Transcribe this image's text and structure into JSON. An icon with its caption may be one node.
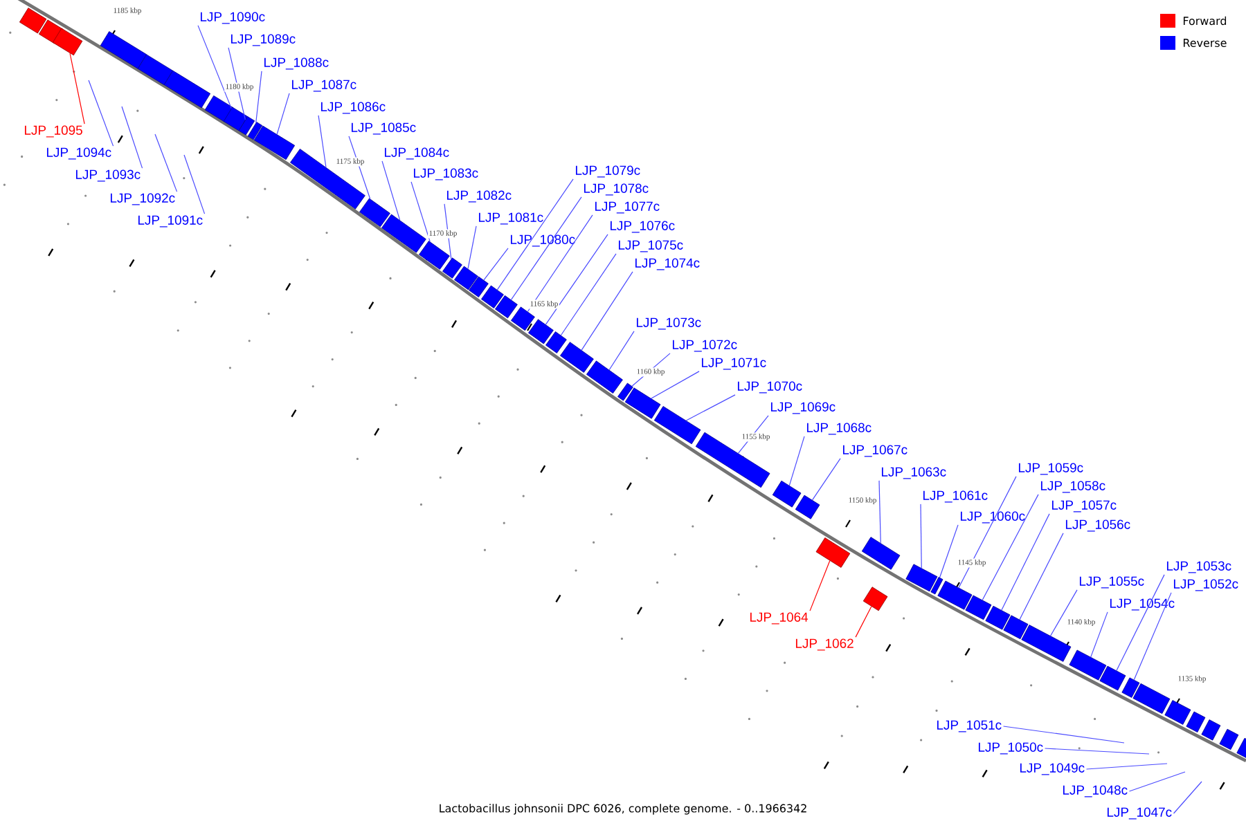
{
  "diagram": {
    "caption": "Lactobacillus johnsonii DPC 6026, complete genome. - 0..1966342",
    "nodes": [
      {
        "text": [],
        "shape": "box"
      },
      {
        "text": [],
        "shape": "box"
      },
      {
        "text": [],
        "shape": "box"
      },
      {
        "text": [],
        "shape": "box"
      },
      {
        "text": [],
        "shape": "box"
      },
      {
        "text": [],
        "shape": "box"
      },
      {
        "text": [],
        "shape": "box"
      },
      {
        "text": [],
        "shape": "box"
      },
      {
        "text": [],
        "shape": "box"
      },
      {
        "text": [],
        "shape": "box"
      },
      {
        "text": [],
        "shape": "box"
      },
      {
        "text": [],
        "shape": "box"
      },
      {
        "text": [],
        "shape": "box"
      },
      {
        "text": [],
        "shape": "box"
      },
      {
        "text": [],
        "shape": "box"
      },
      {
        "text": [],
        "shape": "box"
      },
      {
        "text": [],
        "shape": "box"
      },
      {
        "text": [],
        "shape": "box"
      },
      {
        "text": [],
        "shape": "box"
      },
      {
        "text": [],
        "shape": "box"
      },
      {
        "text": [],
        "shape": "box"
      },
      {
        "text": [],
        "shape": "box"
      },
      {
        "text": [],
        "shape": "box"
      },
      {
        "text": [],
        "shape": "box"
      },
      {
        "text": [],
        "shape": "box"
      },
      {
        "text": [],
        "shape": "box"
      },
      {
        "text": [],
        "shape": "box"
      },
      {
        "text": [],
        "shape": "box"
      },
      {
        "text": [],
        "shape": "box"
      },
      {
        "text": [],
        "shape": "box"
      },
      {
        "text": [],
        "shape": "box"
      },
      {
        "text": [],
        "shape": "box"
      },
      {
        "text": [],
        "shape": "box"
      },
      {
        "text": [],
        "shape": "box"
      },
      {
        "text": [],
        "shape": "box"
      },
      {
        "text": [],
        "shape": "box"
      },
      {
        "text": [],
        "shape": "box"
      },
      {
        "text": [],
        "shape": "box"
      },
      {
        "text": [],
        "shape": "box"
      },
      {
        "text": [],
        "shape": "box"
      },
      {
        "text": [],
        "shape": "box"
      },
      {
        "text": [],
        "shape": "box"
      },
      {
        "text": [],
        "shape": "box"
      },
      {
        "text": [],
        "shape": "box"
      },
      {
        "text": [],
        "shape": "box"
      },
      {
        "text": [],
        "shape": "box"
      },
      {
        "text": [],
        "shape": "box"
      },
      {
        "text": [],
        "shape": "box"
      },
      {
        "text": [],
        "shape": "box"
      },
      {
        "text": [],
        "shape": "box"
      },
      {
        "text": [
          "LJP_1095"
        ]
      },
      {
        "text": [
          "LJP_1094c"
        ]
      },
      {
        "text": [
          "LJP_1093c"
        ]
      },
      {
        "text": [
          "LJP_1092c"
        ]
      },
      {
        "text": [
          "LJP_1091c"
        ]
      },
      {
        "text": [
          "LJP_1090c"
        ]
      },
      {
        "text": [
          "LJP_1089c"
        ]
      },
      {
        "text": [
          "LJP_1088c"
        ]
      },
      {
        "text": [
          "LJP_1087c"
        ]
      },
      {
        "text": [
          "LJP_1086c"
        ]
      },
      {
        "text": [
          "LJP_1085c"
        ]
      },
      {
        "text": [
          "LJP_1084c"
        ]
      },
      {
        "text": [
          "LJP_1083c"
        ]
      },
      {
        "text": [
          "LJP_1082c"
        ]
      },
      {
        "text": [
          "LJP_1081c"
        ]
      },
      {
        "text": [
          "LJP_1080c"
        ]
      },
      {
        "text": [
          "LJP_1079c"
        ]
      },
      {
        "text": [
          "LJP_1078c"
        ]
      },
      {
        "text": [
          "LJP_1077c"
        ]
      },
      {
        "text": [
          "LJP_1076c"
        ]
      },
      {
        "text": [
          "LJP_1075c"
        ]
      },
      {
        "text": [
          "LJP_1074c"
        ]
      },
      {
        "text": [
          "LJP_1073c"
        ]
      },
      {
        "text": [
          "LJP_1072c"
        ]
      },
      {
        "text": [
          "LJP_1071c"
        ]
      },
      {
        "text": [
          "LJP_1070c"
        ]
      },
      {
        "text": [
          "LJP_1069c"
        ]
      },
      {
        "text": [
          "LJP_1068c"
        ]
      },
      {
        "text": [
          "LJP_1067c"
        ]
      },
      {
        "text": [
          "LJP_1064"
        ]
      },
      {
        "text": [
          "LJP_1063c"
        ]
      },
      {
        "text": [
          "LJP_1062"
        ]
      },
      {
        "text": [
          "LJP_1061c"
        ]
      },
      {
        "text": [
          "LJP_1060c"
        ]
      },
      {
        "text": [
          "LJP_1059c"
        ]
      },
      {
        "text": [
          "LJP_1058c"
        ]
      },
      {
        "text": [
          "LJP_1057c"
        ]
      },
      {
        "text": [
          "LJP_1056c"
        ]
      },
      {
        "text": [
          "LJP_1055c"
        ]
      },
      {
        "text": [
          "LJP_1054c"
        ]
      },
      {
        "text": [
          "LJP_1053c"
        ]
      },
      {
        "text": [
          "LJP_1052c"
        ]
      },
      {
        "text": [
          "LJP_1051c"
        ]
      },
      {
        "text": [
          "LJP_1050c"
        ]
      },
      {
        "text": [
          "LJP_1049c"
        ]
      },
      {
        "text": [
          "LJP_1048c"
        ]
      },
      {
        "text": [
          "LJP_1047c"
        ]
      }
    ],
    "edges": [
      {
        "from": 50,
        "to": 2,
        "arrow": "none",
        "color": "#ff0000"
      },
      {
        "from": 51,
        "to": null,
        "arrow": "none"
      },
      {
        "from": 52,
        "to": null,
        "arrow": "none"
      },
      {
        "from": 53,
        "to": null,
        "arrow": "none"
      },
      {
        "from": 54,
        "to": null,
        "arrow": "none"
      },
      {
        "from": 55,
        "to": 7,
        "arrow": "none"
      },
      {
        "from": 56,
        "to": 8,
        "arrow": "none"
      },
      {
        "from": 57,
        "to": 9,
        "arrow": "none"
      },
      {
        "from": 58,
        "to": 10,
        "arrow": "none"
      },
      {
        "from": 59,
        "to": 11,
        "arrow": "none"
      },
      {
        "from": 60,
        "to": 12,
        "arrow": "none"
      },
      {
        "from": 61,
        "to": 13,
        "arrow": "none"
      },
      {
        "from": 62,
        "to": 14,
        "arrow": "none"
      },
      {
        "from": 63,
        "to": 15,
        "arrow": "none"
      },
      {
        "from": 64,
        "to": 16,
        "arrow": "none"
      },
      {
        "from": 65,
        "to": 17,
        "arrow": "none"
      },
      {
        "from": 66,
        "to": 18,
        "arrow": "none"
      },
      {
        "from": 67,
        "to": 19,
        "arrow": "none"
      },
      {
        "from": 68,
        "to": 20,
        "arrow": "none"
      },
      {
        "from": 69,
        "to": 21,
        "arrow": "none"
      },
      {
        "from": 70,
        "to": 22,
        "arrow": "none"
      },
      {
        "from": 71,
        "to": 23,
        "arrow": "none"
      },
      {
        "from": 72,
        "to": 24,
        "arrow": "none"
      },
      {
        "from": 73,
        "to": 25,
        "arrow": "none"
      },
      {
        "from": 74,
        "to": 26,
        "arrow": "none"
      },
      {
        "from": 75,
        "to": 27,
        "arrow": "none"
      },
      {
        "from": 76,
        "to": 28,
        "arrow": "none"
      },
      {
        "from": 77,
        "to": 29,
        "arrow": "none"
      },
      {
        "from": 78,
        "to": 30,
        "arrow": "none"
      },
      {
        "from": 79,
        "to": 31,
        "arrow": "none",
        "color": "#ff0000"
      },
      {
        "from": 80,
        "to": 32,
        "arrow": "none"
      },
      {
        "from": 81,
        "to": 33,
        "arrow": "none",
        "color": "#ff0000"
      },
      {
        "from": 82,
        "to": 34,
        "arrow": "none"
      },
      {
        "from": 83,
        "to": 35,
        "arrow": "none"
      },
      {
        "from": 84,
        "to": 36,
        "arrow": "none"
      },
      {
        "from": 85,
        "to": 37,
        "arrow": "none"
      },
      {
        "from": 86,
        "to": 38,
        "arrow": "none"
      },
      {
        "from": 87,
        "to": 39,
        "arrow": "none"
      },
      {
        "from": 88,
        "to": 40,
        "arrow": "none"
      },
      {
        "from": 89,
        "to": 41,
        "arrow": "none"
      },
      {
        "from": 90,
        "to": 42,
        "arrow": "none"
      },
      {
        "from": 91,
        "to": 43,
        "arrow": "none"
      },
      {
        "from": 92,
        "to": null,
        "arrow": "none"
      },
      {
        "from": 93,
        "to": null,
        "arrow": "none"
      },
      {
        "from": 94,
        "to": null,
        "arrow": "none"
      },
      {
        "from": 95,
        "to": null,
        "arrow": "none"
      },
      {
        "from": 96,
        "to": null,
        "arrow": "none"
      }
    ],
    "labels": [
      "1185 kbp",
      "1180 kbp",
      "1175 kbp",
      "1170 kbp",
      "1165 kbp",
      "1160 kbp",
      "1155 kbp",
      "1150 kbp",
      "1145 kbp",
      "1140 kbp",
      "1135 kbp"
    ],
    "legend": [
      {
        "text": "Forward",
        "color": "#ff0000"
      },
      {
        "text": "Reverse",
        "color": "#0000ff"
      }
    ]
  }
}
